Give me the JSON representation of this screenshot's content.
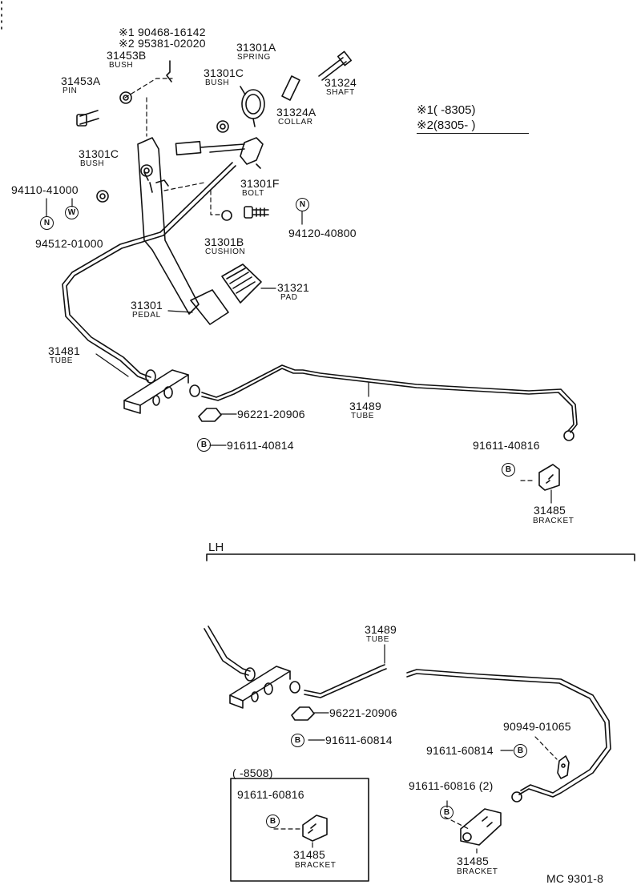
{
  "notes": {
    "top_left_1": "※1 90468-16142",
    "top_left_2": "※2 95381-02020",
    "legend_1": "※1(      -8305)",
    "legend_2": "※2(8305-        )",
    "section_lh": "LH",
    "inset_range": "(      -8508)",
    "figure_code": "MC  9301-8"
  },
  "circle_marks": {
    "n": "N",
    "w": "W",
    "b": "B"
  },
  "parts_upper": [
    {
      "id": "p31453b",
      "num": "31453B",
      "name": "BUSH"
    },
    {
      "id": "p31453a",
      "num": "31453A",
      "name": "PIN"
    },
    {
      "id": "p31301a",
      "num": "31301A",
      "name": "SPRING"
    },
    {
      "id": "p31301c_top",
      "num": "31301C",
      "name": "BUSH"
    },
    {
      "id": "p31324",
      "num": "31324",
      "name": "SHAFT"
    },
    {
      "id": "p31324a",
      "num": "31324A",
      "name": "COLLAR"
    },
    {
      "id": "p31301c_left",
      "num": "31301C",
      "name": "BUSH"
    },
    {
      "id": "p31301f",
      "num": "31301F",
      "name": "BOLT"
    },
    {
      "id": "p31301b",
      "num": "31301B",
      "name": "CUSHION"
    },
    {
      "id": "p31321",
      "num": "31321",
      "name": "PAD"
    },
    {
      "id": "p31301",
      "num": "31301",
      "name": "PEDAL"
    },
    {
      "id": "p31481",
      "num": "31481",
      "name": "TUBE"
    },
    {
      "id": "p31489",
      "num": "31489",
      "name": "TUBE"
    },
    {
      "id": "p31485",
      "num": "31485",
      "name": "BRACKET"
    }
  ],
  "part_numbers_upper": {
    "n94110": "94110-41000",
    "n94512": "94512-01000",
    "n94120": "94120-40800",
    "n96221": "96221-20906",
    "n91611a": "91611-40814",
    "n91611b": "91611-40816"
  },
  "parts_lower": [
    {
      "id": "q31489",
      "num": "31489",
      "name": "TUBE"
    },
    {
      "id": "q31485_inset",
      "num": "31485",
      "name": "BRACKET"
    },
    {
      "id": "q31485",
      "num": "31485",
      "name": "BRACKET"
    }
  ],
  "part_numbers_lower": {
    "n96221": "96221-20906",
    "n91611a": "91611-60814",
    "n90949": "90949-01065",
    "n91611b": "91611-60814",
    "n91611c": "91611-60816 (2)",
    "n91611_inset": "91611-60816"
  }
}
